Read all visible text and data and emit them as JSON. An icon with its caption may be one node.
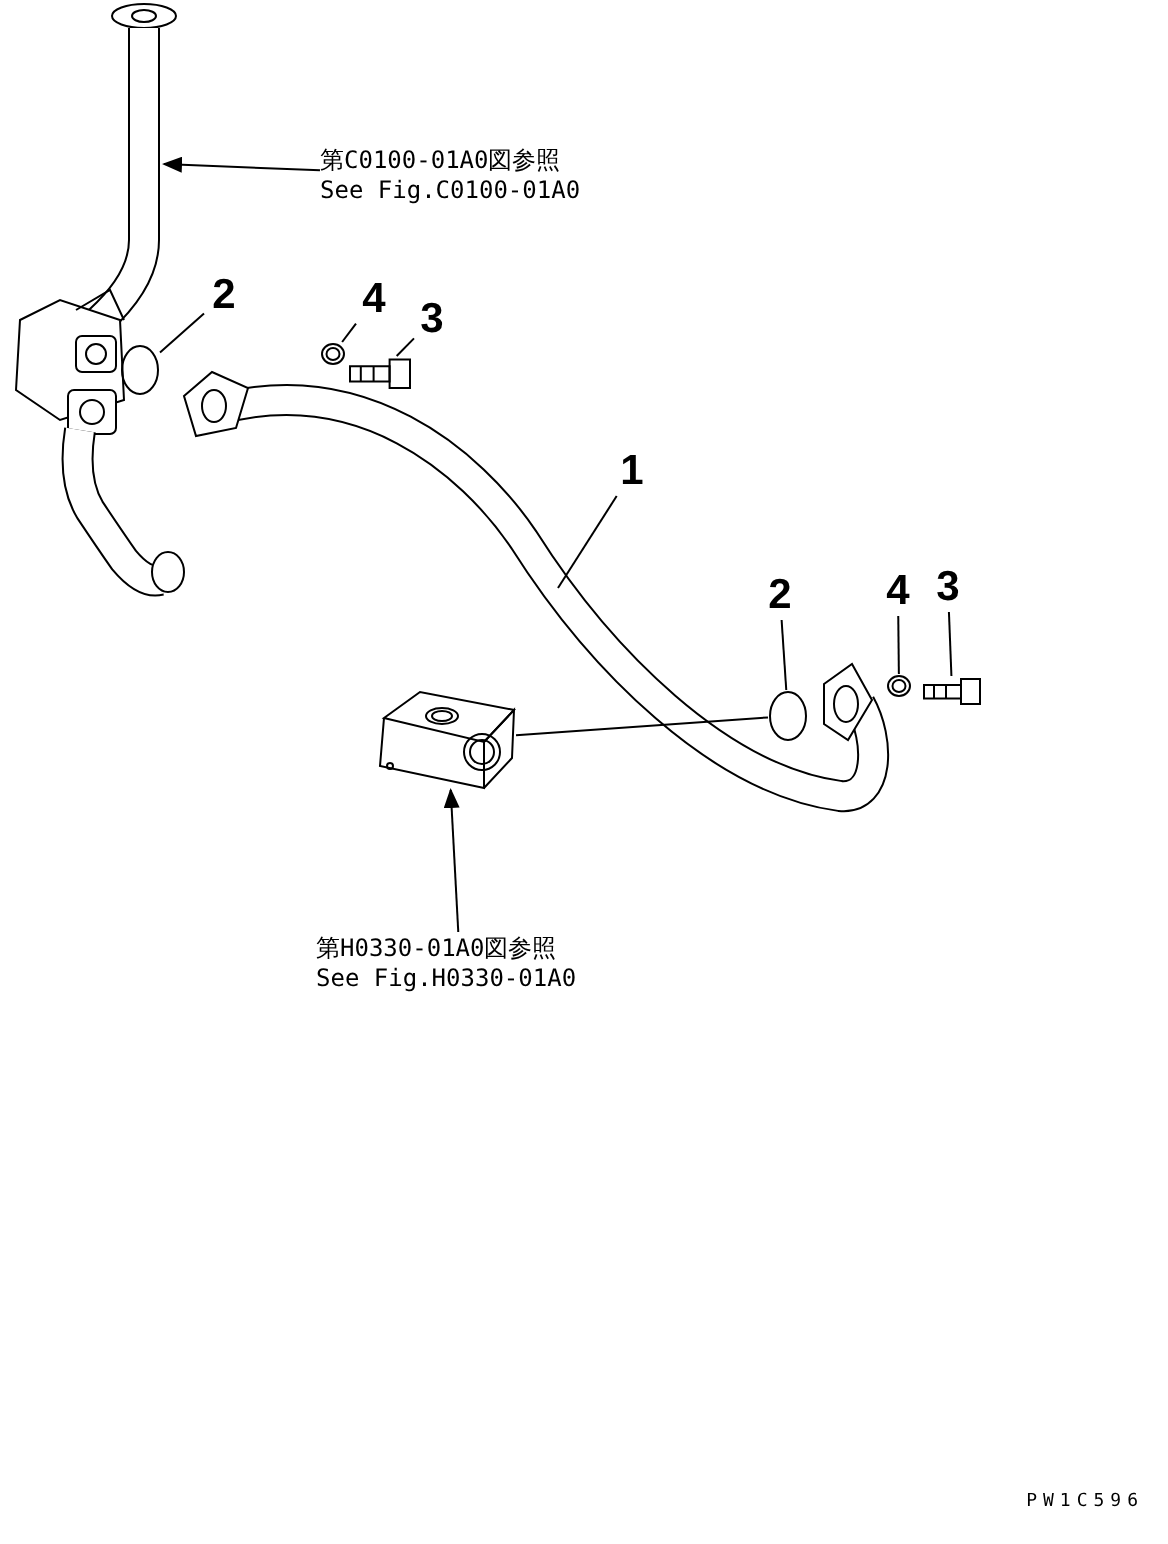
{
  "diagram": {
    "nodes": [
      {
        "text": [
          "第C0100-01A0図参照",
          "See Fig.C0100-01A0"
        ]
      },
      {
        "text": [
          "2"
        ]
      },
      {
        "text": [],
        "shape": "circle"
      },
      {
        "text": [
          "4"
        ]
      },
      {
        "text": [],
        "shape": "circle"
      },
      {
        "text": [
          "3"
        ]
      },
      {
        "text": [],
        "shape": "picture"
      },
      {
        "text": [
          "1"
        ]
      },
      {
        "text": [
          "2"
        ]
      },
      {
        "text": [],
        "shape": "circle"
      },
      {
        "text": [],
        "shape": "box"
      },
      {
        "text": [
          "4"
        ]
      },
      {
        "text": [],
        "shape": "circle"
      },
      {
        "text": [
          "3"
        ]
      },
      {
        "text": [],
        "shape": "picture"
      },
      {
        "text": [
          "第H0330-01A0図参照",
          "See Fig.H0330-01A0"
        ]
      }
    ],
    "edges": [
      {
        "from": 0,
        "to": null,
        "arrow": "to"
      },
      {
        "from": 1,
        "to": 2,
        "arrow": "none"
      },
      {
        "from": 3,
        "to": 4,
        "arrow": "none"
      },
      {
        "from": 5,
        "to": 6,
        "arrow": "none"
      },
      {
        "from": 7,
        "to": null,
        "arrow": "none"
      },
      {
        "from": 8,
        "to": 9,
        "arrow": "none"
      },
      {
        "from": 9,
        "to": 10,
        "arrow": "none"
      },
      {
        "from": 11,
        "to": 12,
        "arrow": "none"
      },
      {
        "from": 13,
        "to": 14,
        "arrow": "none"
      },
      {
        "from": 15,
        "to": 10,
        "arrow": "to"
      }
    ],
    "labels": [
      "PW1C596"
    ]
  }
}
